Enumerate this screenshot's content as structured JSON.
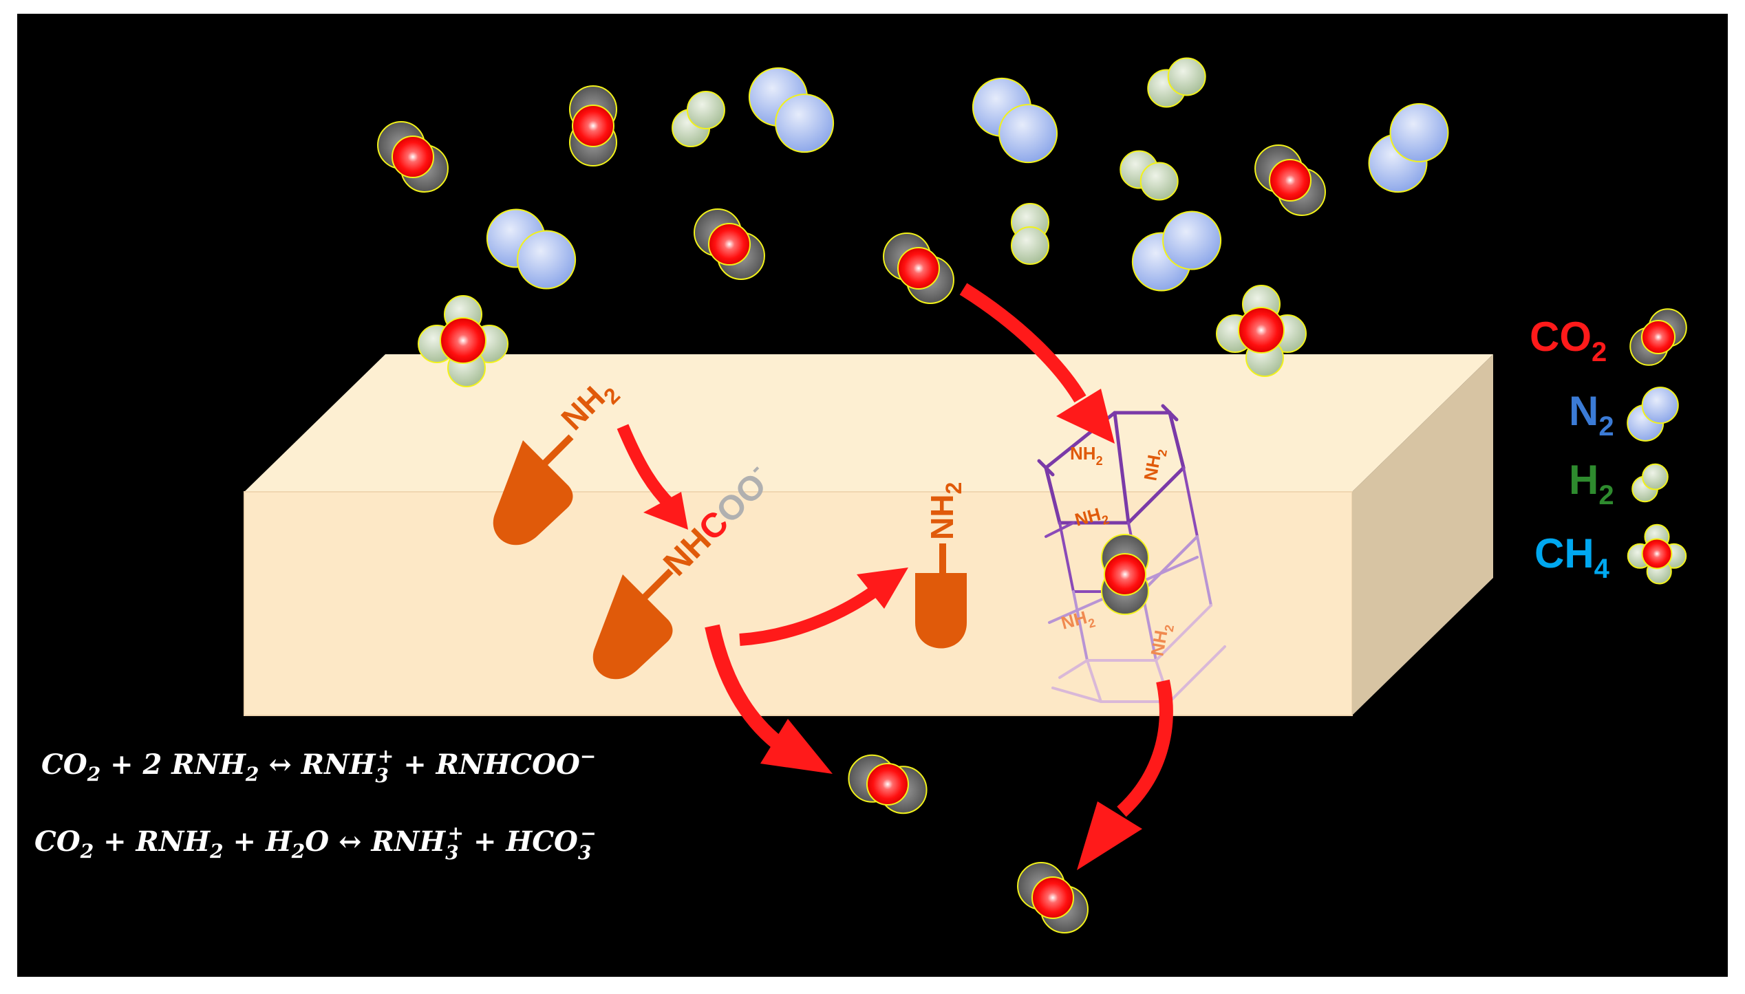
{
  "legend": [
    {
      "text": "CO",
      "sub": "2",
      "color": "#ff1a1a",
      "icon": "co2-molecule-icon"
    },
    {
      "text": "N",
      "sub": "2",
      "color": "#3b7bd6",
      "icon": "n2-molecule-icon"
    },
    {
      "text": "H",
      "sub": "2",
      "color": "#2e8b2e",
      "icon": "h2-molecule-icon"
    },
    {
      "text": "CH",
      "sub": "4",
      "color": "#00a8f0",
      "icon": "ch4-molecule-icon"
    }
  ],
  "labels": {
    "nh2_top": {
      "base": "NH",
      "sub": "2"
    },
    "carbamate": {
      "nh": "NH",
      "c": "C",
      "oo": "OO",
      "charge": "-"
    },
    "nh2_right": {
      "base": "NH",
      "sub": "2"
    },
    "cage_nh2": {
      "base": "NH",
      "sub": "2"
    }
  },
  "equations": [
    {
      "parts": [
        "CO",
        "2",
        " +   2 RNH",
        "2",
        "   ↔    RNH",
        "3",
        "+",
        "  +    RNHCOO",
        "−"
      ]
    },
    {
      "parts": [
        "CO",
        "2",
        " +    RNH",
        "2",
        " +   H",
        "2",
        "O ↔    RNH",
        "3",
        "+",
        "  +    HCO",
        "3",
        "−"
      ]
    }
  ],
  "colors": {
    "background": "#000000",
    "slab_top": "#fdefd2",
    "slab_front": "#fde8c6",
    "slab_side": "#d7c4a3",
    "amine": "#e05a0a",
    "arrow": "#ff1a1a",
    "cage": "#7a3aa8",
    "co2_center": "#ff1a1a",
    "co2_outer": "#666666",
    "n2": "#b7c9f2",
    "h2": "#c7d8bd",
    "atom_outline": "#f2f21a"
  }
}
